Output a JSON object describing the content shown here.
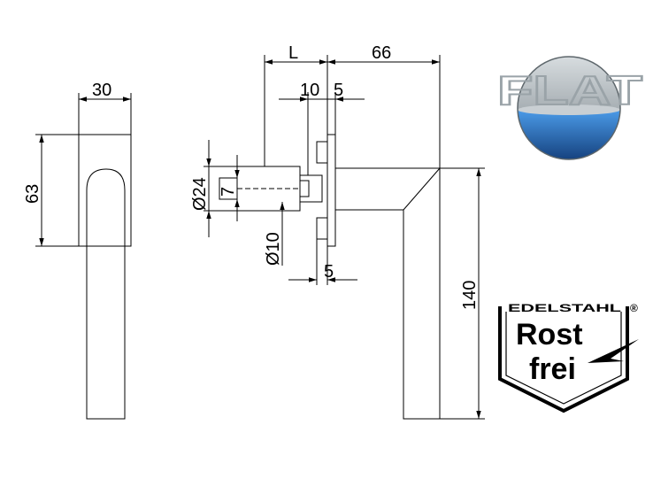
{
  "dimensions": {
    "front_width": "30",
    "front_height": "63",
    "side_L": "L",
    "side_66": "66",
    "side_10": "10",
    "side_5_top": "5",
    "side_24": "Ø24",
    "side_7": "7",
    "side_10_dia": "Ø10",
    "side_5_bottom": "5",
    "side_140": "140"
  },
  "logo_flat": {
    "text": "FLAT"
  },
  "badge": {
    "top": "EDELSTAHL",
    "registered": "®",
    "line1": "Rost",
    "line2": "frei"
  },
  "colors": {
    "line": "#000000",
    "logo_blue": "#2a6fc0",
    "logo_grey": "#8c969c"
  }
}
